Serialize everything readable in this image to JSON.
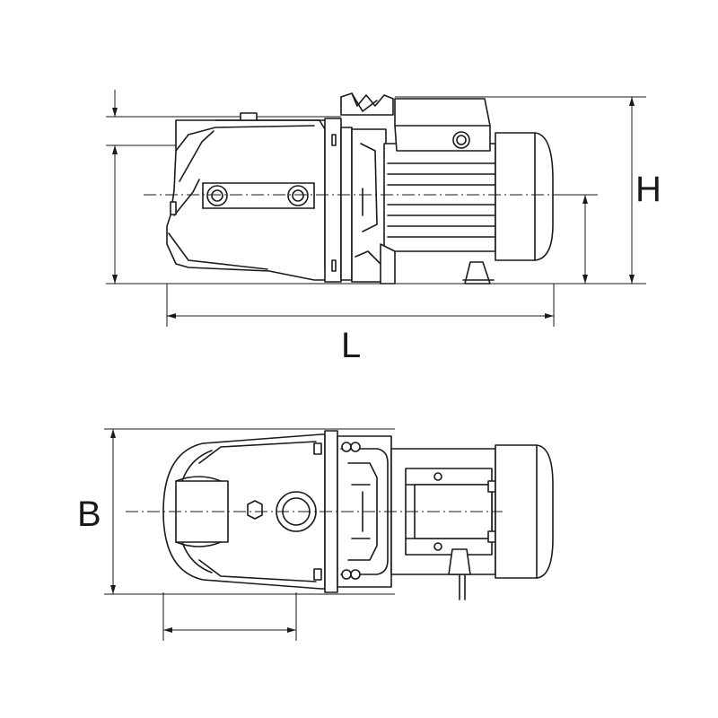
{
  "dimensions": {
    "height_label": "H",
    "length_label": "L",
    "width_label": "B"
  },
  "colors": {
    "line": "#1a1a1a",
    "background": "#ffffff"
  }
}
